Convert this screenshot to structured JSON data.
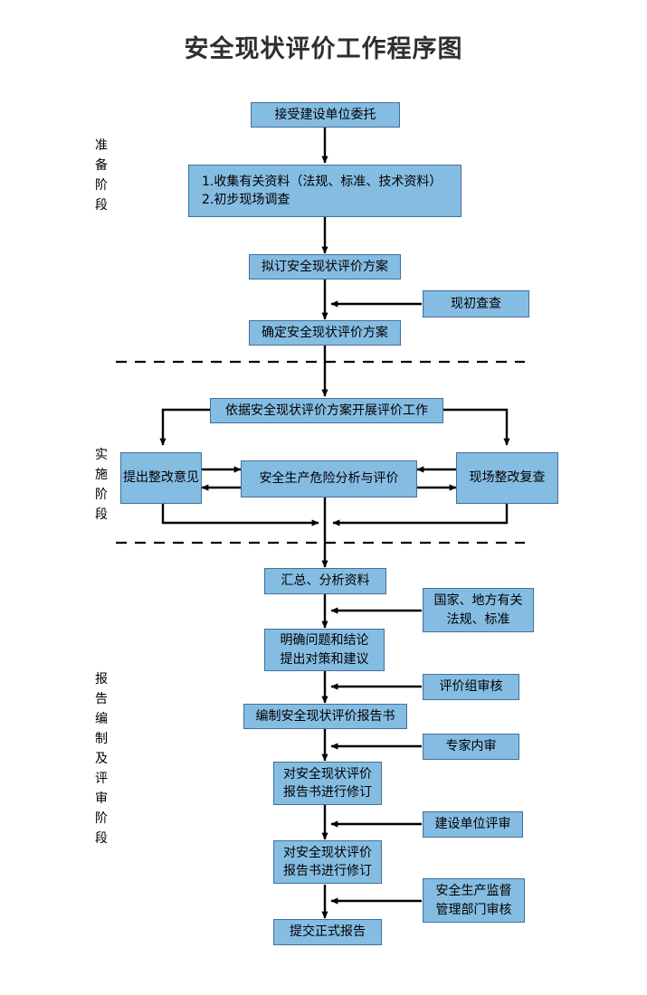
{
  "page": {
    "title": "安全现状评价工作程序图",
    "colors": {
      "node_fill": "#85bce2",
      "node_border": "#41709c",
      "line": "#000000",
      "title_color": "#2e2e2e",
      "background": "#ffffff"
    }
  },
  "phases": [
    {
      "id": "prep",
      "label": "准备阶段",
      "chars": [
        "准",
        "备",
        "阶",
        "段"
      ]
    },
    {
      "id": "impl",
      "label": "实施阶段",
      "chars": [
        "实",
        "施",
        "阶",
        "段"
      ]
    },
    {
      "id": "report",
      "label": "报告编制及评审阶段",
      "chars": [
        "报",
        "告",
        "编",
        "制",
        "及",
        "评",
        "审",
        "阶",
        "段"
      ]
    }
  ],
  "nodes": {
    "accept_commission": {
      "lines": [
        "接受建设单位委托"
      ]
    },
    "collect_materials": {
      "lines": [
        "1.收集有关资料（法规、标准、技术资料）",
        "2.初步现场调查"
      ]
    },
    "draft_plan": {
      "lines": [
        "拟订安全现状评价方案"
      ]
    },
    "preliminary_survey": {
      "lines": [
        "现初查查"
      ]
    },
    "confirm_plan": {
      "lines": [
        "确定安全现状评价方案"
      ]
    },
    "carry_out_evaluation": {
      "lines": [
        "依据安全现状评价方案开展评价工作"
      ]
    },
    "rectification_opinion": {
      "lines": [
        "提出整改意见"
      ]
    },
    "hazard_analysis": {
      "lines": [
        "安全生产危险分析与评价"
      ]
    },
    "onsite_recheck": {
      "lines": [
        "现场整改复查"
      ]
    },
    "summarize_analyze": {
      "lines": [
        "汇总、分析资料"
      ]
    },
    "problems_conclusions": {
      "lines": [
        "明确问题和结论",
        "提出对策和建议"
      ]
    },
    "national_local_regs": {
      "lines": [
        "国家、地方有关",
        "法规、标准"
      ]
    },
    "compile_report": {
      "lines": [
        "编制安全现状评价报告书"
      ]
    },
    "review_group_audit": {
      "lines": [
        "评价组审核"
      ]
    },
    "expert_internal_review": {
      "lines": [
        "专家内审"
      ]
    },
    "revise_report_1": {
      "lines": [
        "对安全现状评价",
        "报告书进行修订"
      ]
    },
    "owner_review": {
      "lines": [
        "建设单位评审"
      ]
    },
    "revise_report_2": {
      "lines": [
        "对安全现状评价",
        "报告书进行修订"
      ]
    },
    "safety_dept_audit": {
      "lines": [
        "安全生产监督",
        "管理部门审核"
      ]
    },
    "submit_final_report": {
      "lines": [
        "提交正式报告"
      ]
    }
  }
}
